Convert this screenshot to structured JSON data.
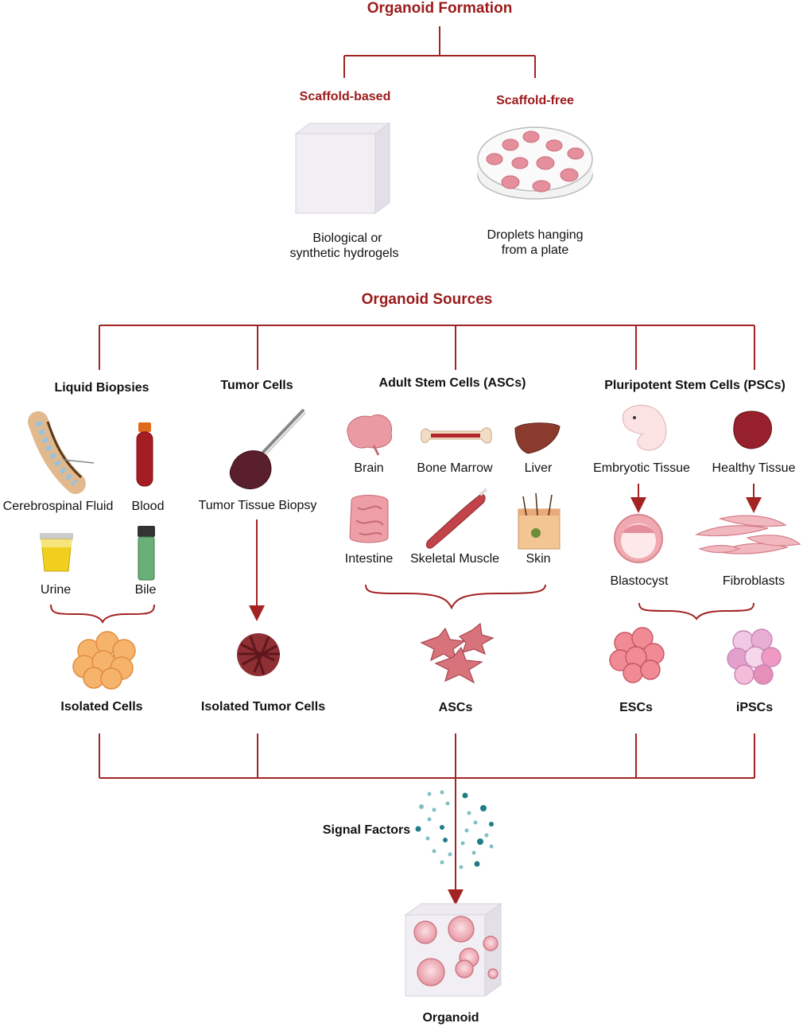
{
  "formation": {
    "title": "Organoid Formation",
    "scaffold_based": {
      "label": "Scaffold-based",
      "desc_line1": "Biological or",
      "desc_line2": "synthetic hydrogels"
    },
    "scaffold_free": {
      "label": "Scaffold-free",
      "desc_line1": "Droplets  hanging",
      "desc_line2": "from a plate"
    }
  },
  "sources": {
    "title": "Organoid Sources",
    "liquid_biopsies": {
      "title": "Liquid Biopsies",
      "items": [
        "Cerebrospinal  Fluid",
        "Blood",
        "Urine",
        "Bile"
      ],
      "result": "Isolated Cells"
    },
    "tumor_cells": {
      "title": "Tumor Cells",
      "item": "Tumor Tissue Biopsy",
      "result": "Isolated Tumor Cells"
    },
    "adult_stem_cells": {
      "title": "Adult Stem Cells (ASCs)",
      "items": [
        "Brain",
        "Bone Marrow",
        "Liver",
        "Intestine",
        "Skeletal Muscle",
        "Skin"
      ],
      "result": "ASCs"
    },
    "pluripotent_stem_cells": {
      "title": "Pluripotent Stem Cells (PSCs)",
      "items": [
        "Embryotic Tissue",
        "Healthy Tissue",
        "Blastocyst",
        "Fibroblasts"
      ],
      "results": [
        "ESCs",
        "iPSCs"
      ]
    }
  },
  "signal_factors": "Signal Factors",
  "output": "Organoid",
  "colors": {
    "accent_red": "#9b1b1b",
    "line_red": "#a32323",
    "teal": "#1f7d86"
  }
}
